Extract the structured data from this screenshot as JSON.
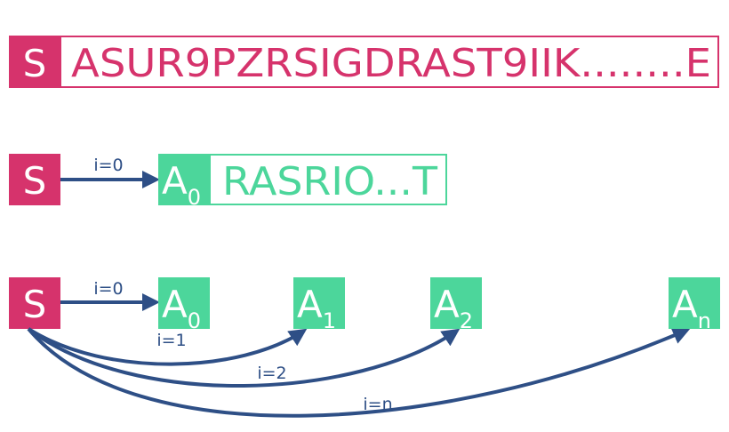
{
  "colors": {
    "pink": "#d6336c",
    "green": "#4cd69b",
    "arrow": "#2e4f86",
    "white": "#ffffff"
  },
  "row1": {
    "start": "S",
    "sequence": "ASUR9PZRSIGDRAST9IIK........E"
  },
  "row2": {
    "start": "S",
    "edge_label": "i=0",
    "node": "A",
    "node_sub": "0",
    "sequence": "RASRIO...T"
  },
  "row3": {
    "start": "S",
    "nodes": [
      {
        "name": "A",
        "sub": "0"
      },
      {
        "name": "A",
        "sub": "1"
      },
      {
        "name": "A",
        "sub": "2"
      },
      {
        "name": "A",
        "sub": "n"
      }
    ],
    "edge_labels": [
      "i=0",
      "i=1",
      "i=2",
      "i=n"
    ]
  }
}
